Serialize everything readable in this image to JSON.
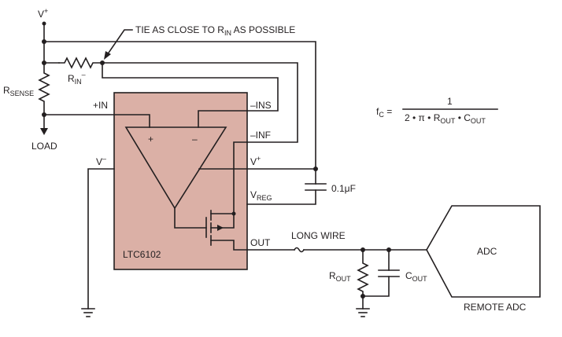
{
  "colors": {
    "chip_fill": "#dbb0a6",
    "ink": "#231f20"
  },
  "labels": {
    "vplus_top": "V",
    "vplus_top_sup": "+",
    "tie_note": "TIE AS CLOSE TO R",
    "tie_note_sub": "IN",
    "tie_note_end": "AS POSSIBLE",
    "rin": "R",
    "rin_sub": "IN",
    "rin_sup": "–",
    "rsense": "R",
    "rsense_sub": "SENSE",
    "load": "LOAD",
    "pin_plus_in": "+IN",
    "pin_minus_ins": "–INS",
    "pin_minus_inf": "–INF",
    "pin_vminus": "V",
    "pin_vminus_sup": "–",
    "pin_vplus": "V",
    "pin_vplus_sup": "+",
    "pin_vreg": "V",
    "pin_vreg_sub": "REG",
    "pin_out": "OUT",
    "op_plus": "+",
    "op_minus": "–",
    "chip_name": "LTC6102",
    "cap_value": "0.1μF",
    "long_wire": "LONG WIRE",
    "rout": "R",
    "rout_sub": "OUT",
    "cout": "C",
    "cout_sub": "OUT",
    "adc": "ADC",
    "remote_adc": "REMOTE ADC"
  },
  "formula": {
    "lhs": "f",
    "lhs_sub": "C",
    "equals": "=",
    "numerator": "1",
    "den_a": "2 • π • R",
    "den_a_sub": "OUT",
    "den_b": " • C",
    "den_b_sub": "OUT"
  }
}
